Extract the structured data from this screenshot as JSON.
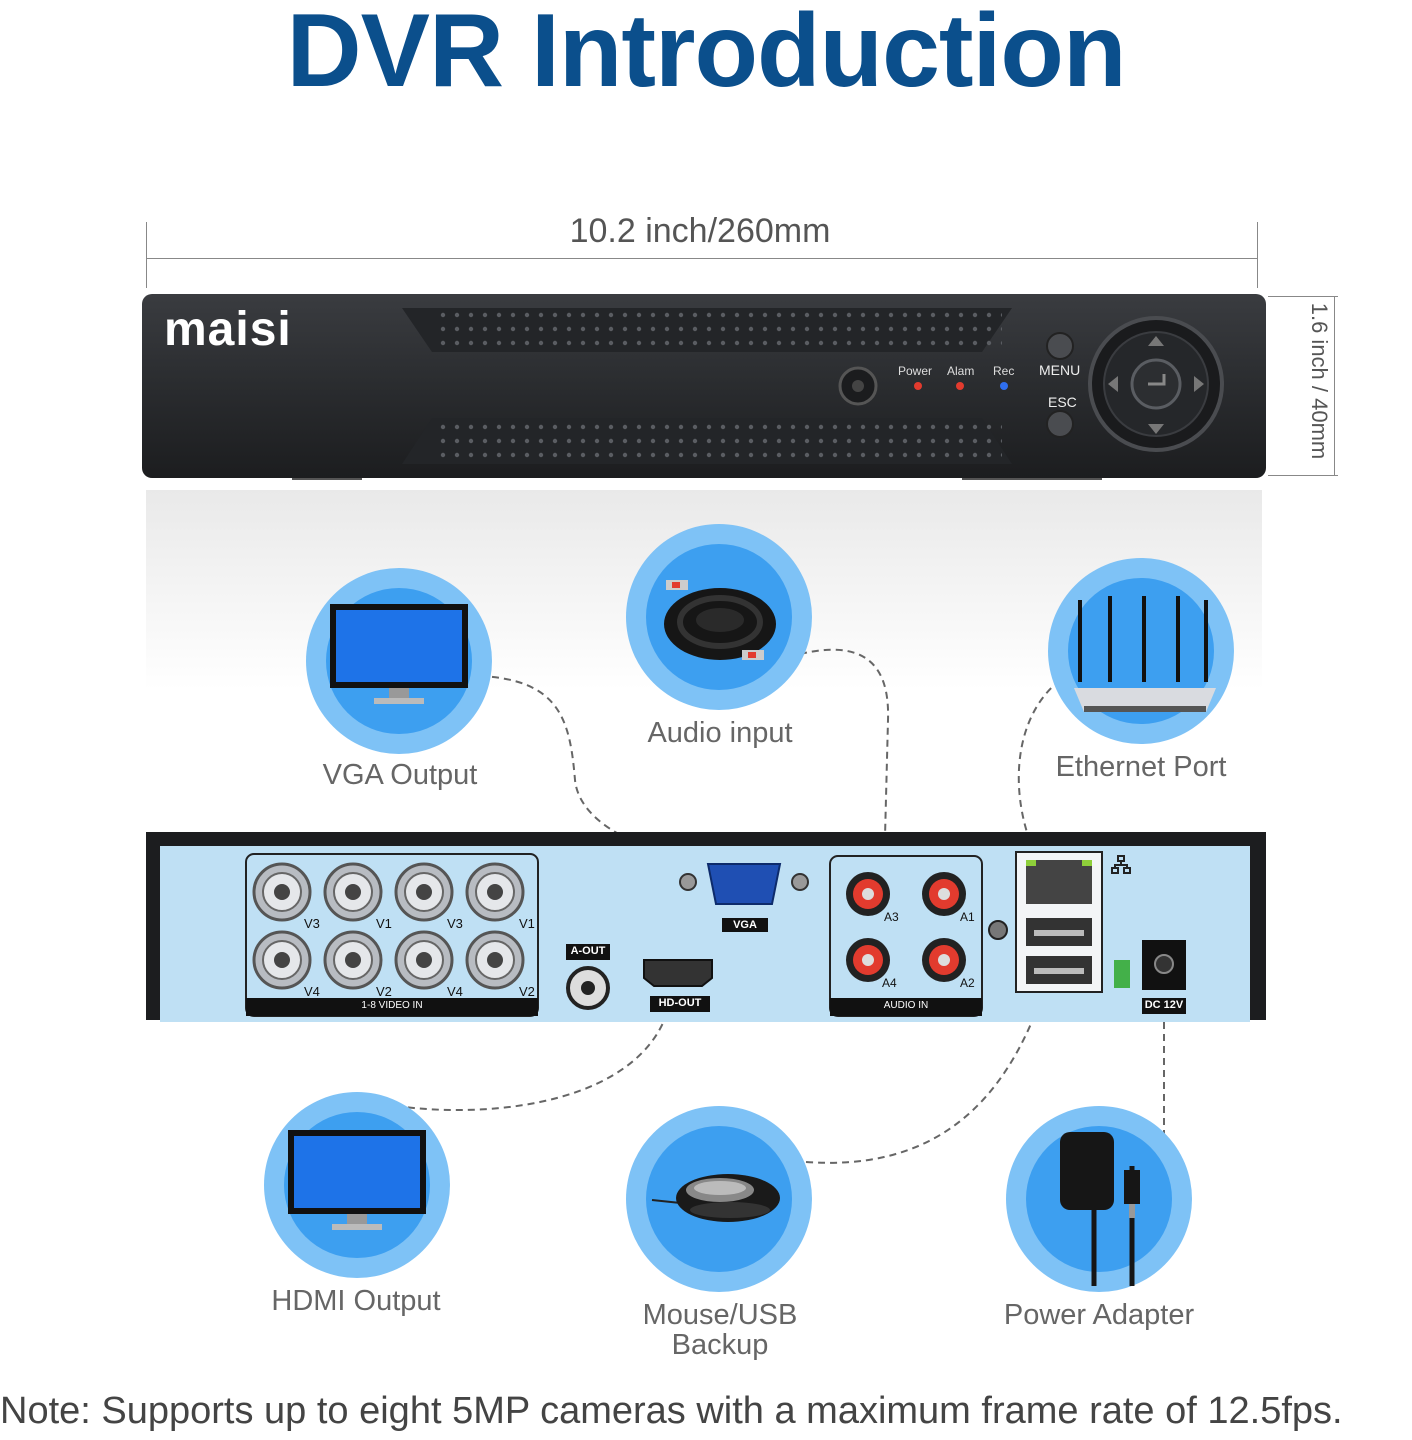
{
  "title": "DVR Introduction",
  "dimensions": {
    "width_label": "10.2 inch/260mm",
    "height_label": "1.6 inch / 40mm"
  },
  "front_panel": {
    "brand": "maisi",
    "indicators": [
      "Power",
      "Alam",
      "Rec"
    ],
    "menu_label": "MENU",
    "esc_label": "ESC"
  },
  "features": {
    "vga": "VGA Output",
    "audio": "Audio input",
    "ethernet": "Ethernet Port",
    "hdmi": "HDMI Output",
    "mouse_line1": "Mouse/USB",
    "mouse_line2": "Backup",
    "power": "Power Adapter"
  },
  "rear_panel": {
    "video_top_labels": [
      "V3",
      "V1",
      "V3",
      "V1"
    ],
    "video_bottom_labels": [
      "V4",
      "V2",
      "V4",
      "V2"
    ],
    "video_in_label": "1-8 VIDEO IN",
    "aout_label": "A-OUT",
    "vga_label": "VGA",
    "hdout_label": "HD-OUT",
    "audio_labels": [
      "A3",
      "A1",
      "A4",
      "A2"
    ],
    "audio_in_label": "AUDIO IN",
    "dc_label": "DC 12V"
  },
  "note": "Note: Supports up to eight 5MP cameras with a maximum frame rate of 12.5fps.",
  "colors": {
    "title_blue": "#0b4f8c",
    "circle_light": "#7ec2f6",
    "circle_dark": "#3d9ff0",
    "panel_blue": "#bfe0f4",
    "device_body": "#2c2e31"
  }
}
